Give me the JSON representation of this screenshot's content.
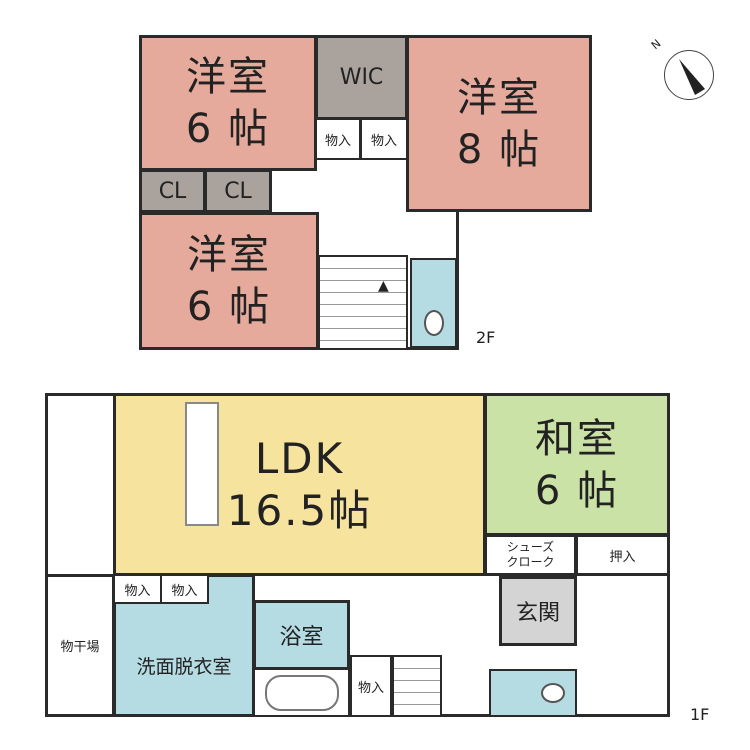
{
  "floor2": {
    "label": "2F",
    "rooms": {
      "western_6_top": "洋室\n6 帖",
      "wic": "WIC",
      "storage_a": "物入",
      "storage_b": "物入",
      "western_8": "洋室\n8 帖",
      "closet_a": "CL",
      "closet_b": "CL",
      "western_6_bottom": "洋室\n6 帖"
    }
  },
  "floor1": {
    "label": "1F",
    "rooms": {
      "ldk": "LDK\n16.5帖",
      "japanese": "和室\n6 帖",
      "shoe_closet": "シューズ\nクローク",
      "oshiire": "押入",
      "drying": "物干場",
      "storage_a": "物入",
      "storage_b": "物入",
      "washroom": "洗面脱衣室",
      "bath": "浴室",
      "storage_c": "物入",
      "entrance": "玄関"
    }
  },
  "compass": {
    "letter": "N"
  },
  "colors": {
    "western": "#e6aa9c",
    "ldk": "#f5e39e",
    "japanese": "#cbe2a6",
    "wet": "#b5dbe3",
    "closet": "#aaa39d"
  }
}
